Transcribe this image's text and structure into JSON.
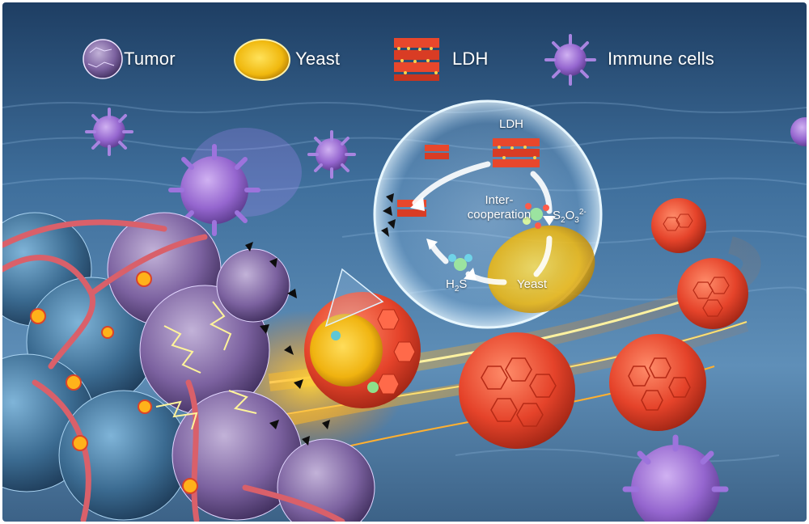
{
  "legend": {
    "tumor": "Tumor",
    "yeast": "Yeast",
    "ldh": "LDH",
    "immune": "Immune cells"
  },
  "bubble": {
    "ldh_label": "LDH",
    "center_line1": "Inter-",
    "center_line2": "cooperation",
    "thiosulfate": {
      "base": "S",
      "sub1": "2",
      "mid": "O",
      "sub2": "3",
      "sup": "2-"
    },
    "h2s": {
      "base": "H",
      "sub": "2",
      "tail": "S"
    },
    "yeast_label": "Yeast"
  },
  "colors": {
    "background": "#4f7fa8",
    "tumor_purple": "#8a6bb0",
    "tumor_blue": "#3c6a8e",
    "ldh_red": "#e8472c",
    "yeast_yellow": "#f2c318",
    "immune_purple": "#9b6fd6",
    "glow_orange": "#ff9b1a"
  }
}
